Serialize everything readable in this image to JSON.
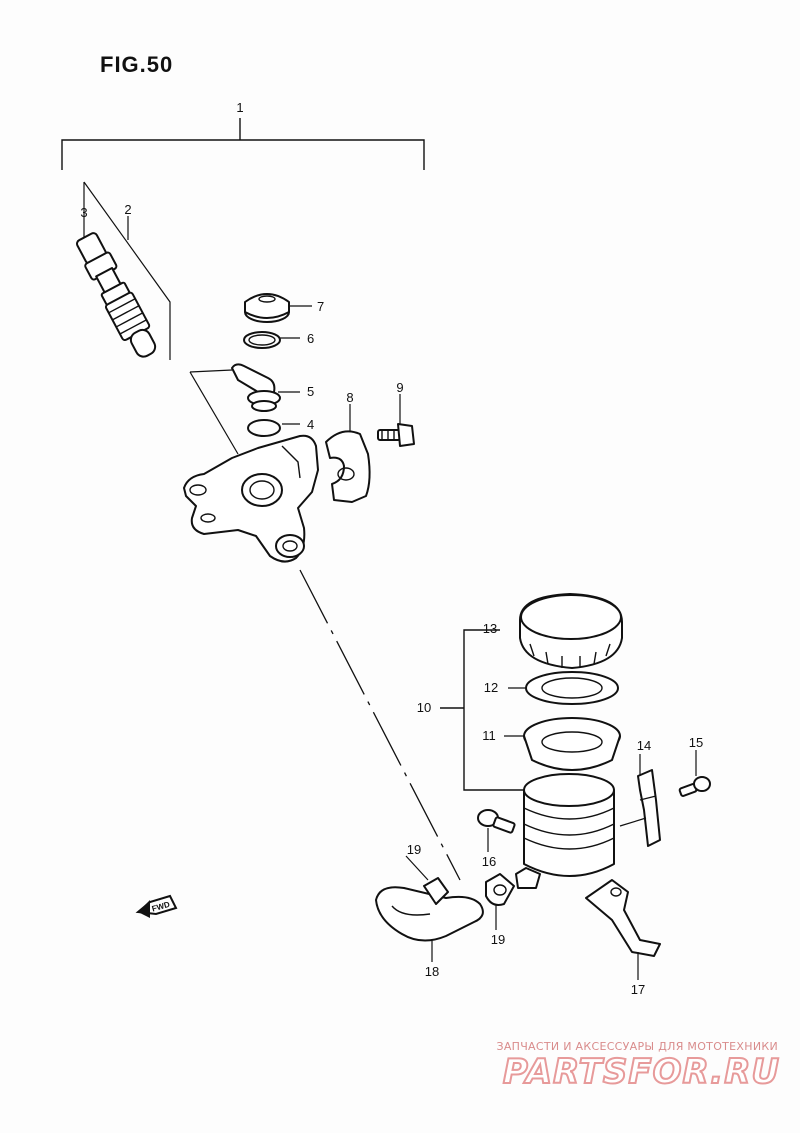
{
  "figure": {
    "title": "FIG.50"
  },
  "fwd_badge": {
    "label": "FWD"
  },
  "callouts": [
    "1",
    "2",
    "3",
    "4",
    "5",
    "6",
    "7",
    "8",
    "9",
    "10",
    "11",
    "12",
    "13",
    "14",
    "15",
    "16",
    "17",
    "18",
    "19",
    "19"
  ],
  "watermark": {
    "caption": "ЗАПЧАСТИ И АКСЕССУАРЫ ДЛЯ МОТОТЕХНИКИ",
    "logo": "PARTSFOR.RU"
  }
}
